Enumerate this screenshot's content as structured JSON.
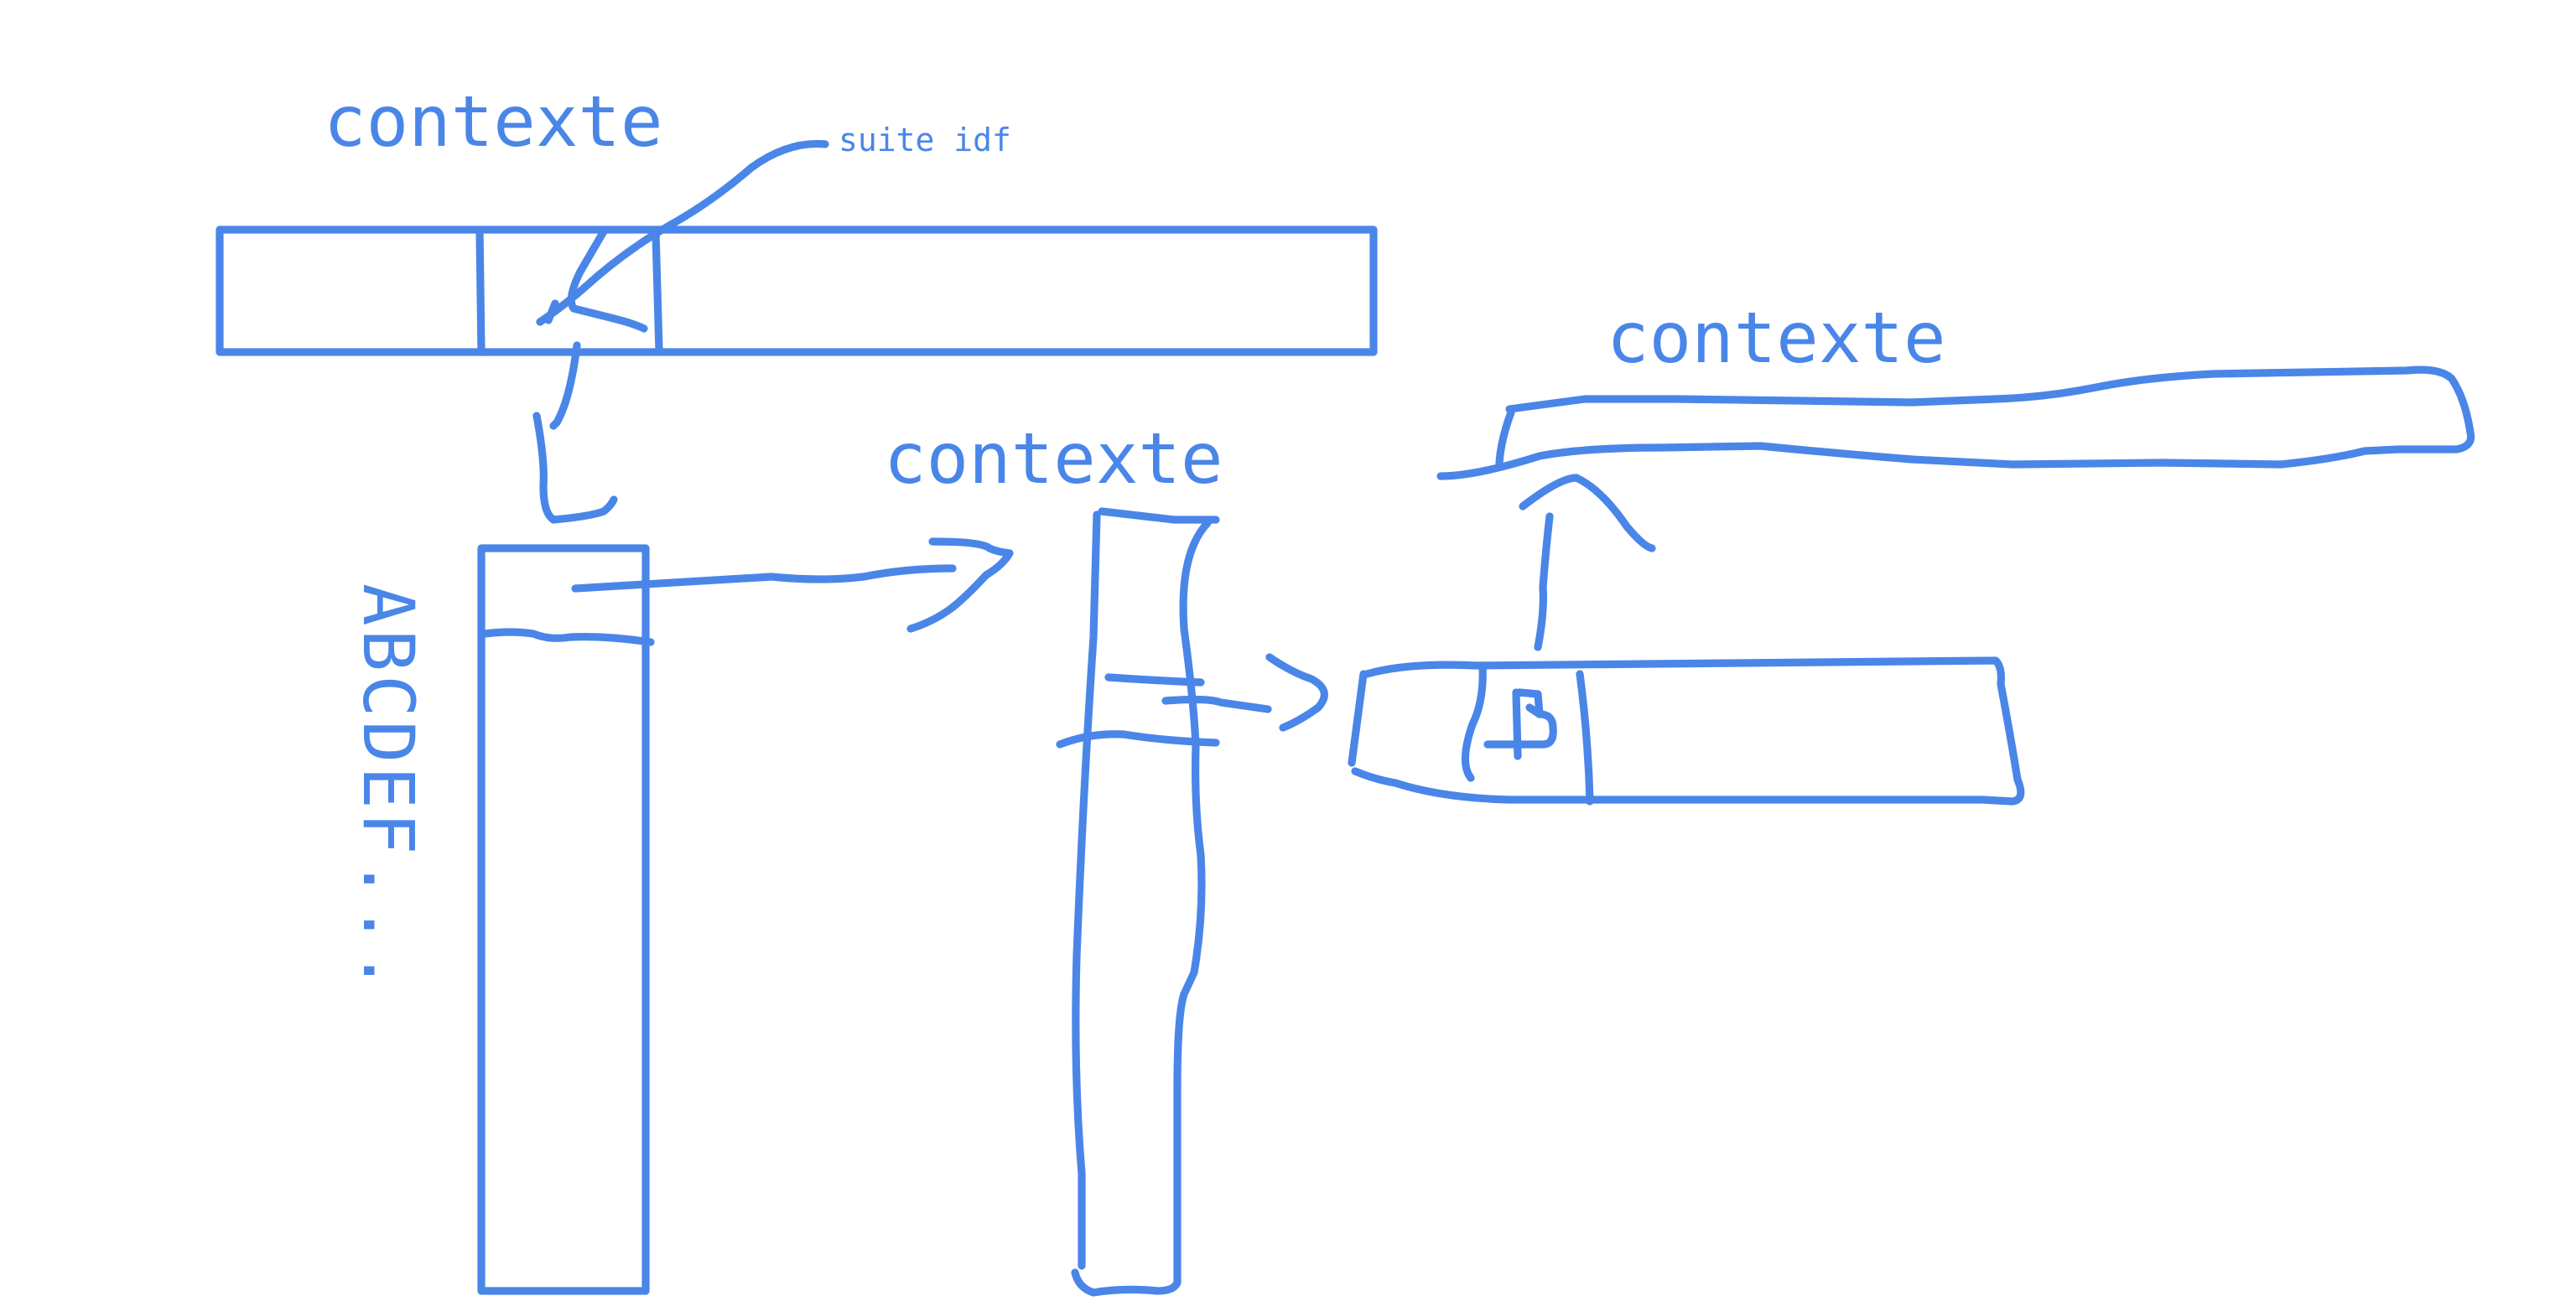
{
  "labels": {
    "context_top": "contexte",
    "suite_note": "suite idf",
    "vertical_letters": "ABCDEF...",
    "context_middle": "contexte",
    "context_right": "contexte",
    "cell_letter": "B"
  },
  "colors": {
    "stroke": "#4a86e8",
    "background": "#ffffff"
  }
}
